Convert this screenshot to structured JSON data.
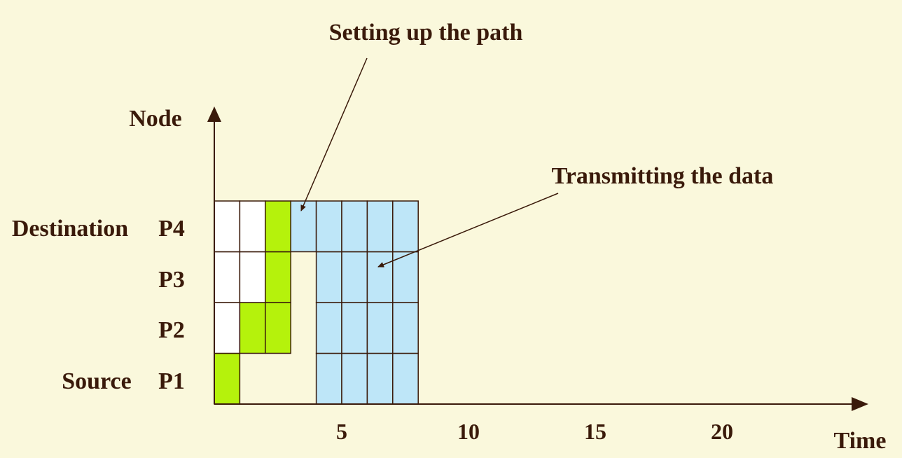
{
  "labels": {
    "y_axis": "Node",
    "x_axis": "Time",
    "callout_setup": "Setting up the path",
    "callout_transmit": "Transmitting the data",
    "destination": "Destination",
    "source": "Source"
  },
  "nodes": [
    "P1",
    "P2",
    "P3",
    "P4"
  ],
  "x_ticks": [
    "5",
    "10",
    "15",
    "20"
  ],
  "colors": {
    "background": "#FAF8DC",
    "text": "#3A1A0A",
    "white_cell": "#FFFFFF",
    "setup": "#B5F20C",
    "transmit": "#BEE6F8",
    "grid": "#3A1A0A"
  },
  "timeline": [
    {
      "node": "P1",
      "setup": [
        1
      ],
      "transmit": [
        5,
        6,
        7,
        8
      ]
    },
    {
      "node": "P2",
      "white": [
        1
      ],
      "setup": [
        2,
        3
      ],
      "transmit": [
        5,
        6,
        7,
        8
      ]
    },
    {
      "node": "P3",
      "white": [
        1,
        2
      ],
      "setup": [
        3
      ],
      "transmit": [
        5,
        6,
        7,
        8
      ]
    },
    {
      "node": "P4",
      "white": [
        1,
        2
      ],
      "setup": [
        3
      ],
      "transmit": [
        4,
        5,
        6,
        7,
        8
      ]
    }
  ]
}
